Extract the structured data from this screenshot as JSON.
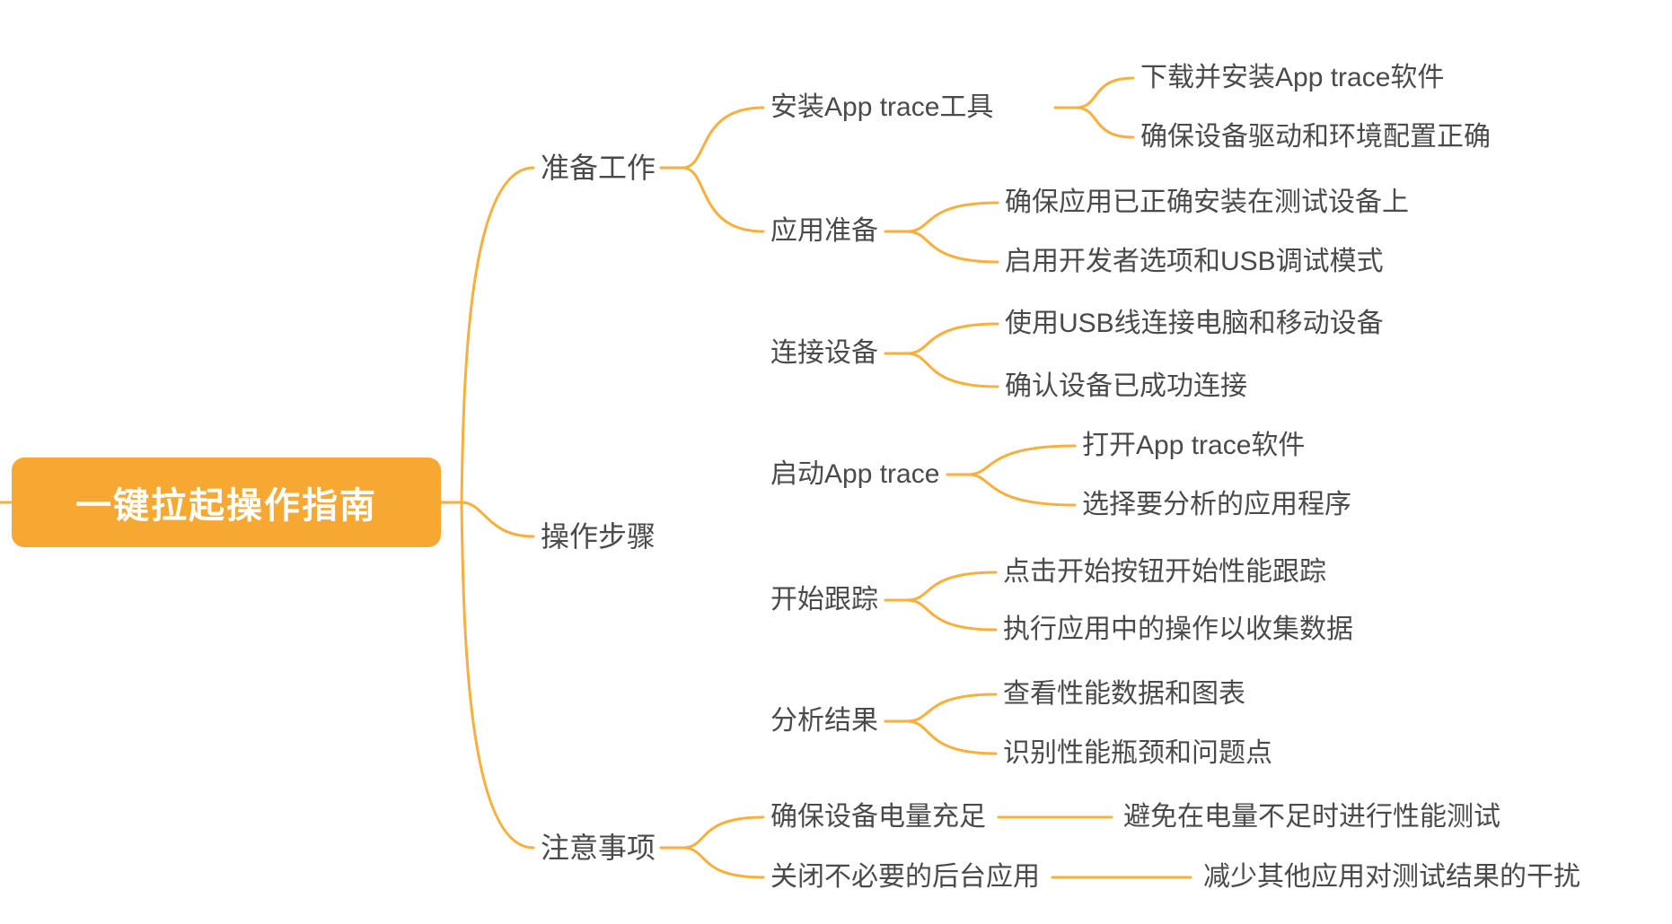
{
  "root": {
    "label": "一键拉起操作指南"
  },
  "colors": {
    "root_node_fill": "#F6A832",
    "root_node_text": "#FFFFFF",
    "connector_line": "#F9AF3B",
    "topic_text": "#4A4A4A",
    "background": "#FFFFFF"
  },
  "branches": [
    {
      "label": "准备工作",
      "children": [
        {
          "label": "安装App trace工具",
          "children": [
            {
              "label": "下载并安装App trace软件"
            },
            {
              "label": "确保设备驱动和环境配置正确"
            }
          ]
        },
        {
          "label": "应用准备",
          "children": [
            {
              "label": "确保应用已正确安装在测试设备上"
            },
            {
              "label": "启用开发者选项和USB调试模式"
            }
          ]
        }
      ]
    },
    {
      "label": "操作步骤",
      "children": [
        {
          "label": "连接设备",
          "children": [
            {
              "label": "使用USB线连接电脑和移动设备"
            },
            {
              "label": "确认设备已成功连接"
            }
          ]
        },
        {
          "label": "启动App trace",
          "children": [
            {
              "label": "打开App trace软件"
            },
            {
              "label": "选择要分析的应用程序"
            }
          ]
        },
        {
          "label": "开始跟踪",
          "children": [
            {
              "label": "点击开始按钮开始性能跟踪"
            },
            {
              "label": "执行应用中的操作以收集数据"
            }
          ]
        },
        {
          "label": "分析结果",
          "children": [
            {
              "label": "查看性能数据和图表"
            },
            {
              "label": "识别性能瓶颈和问题点"
            }
          ]
        }
      ]
    },
    {
      "label": "注意事项",
      "children": [
        {
          "label": "确保设备电量充足",
          "children": [
            {
              "label": "避免在电量不足时进行性能测试"
            }
          ]
        },
        {
          "label": "关闭不必要的后台应用",
          "children": [
            {
              "label": "减少其他应用对测试结果的干扰"
            }
          ]
        }
      ]
    }
  ]
}
